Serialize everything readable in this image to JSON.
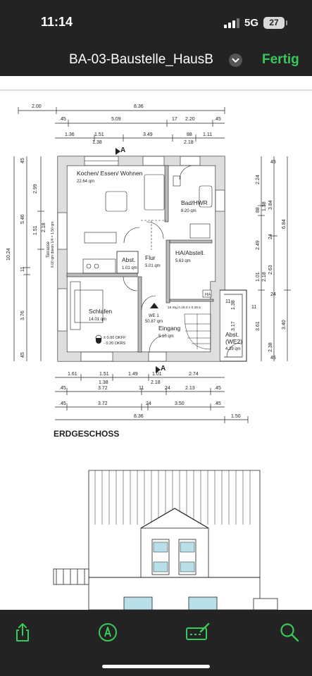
{
  "status": {
    "time": "11:14",
    "network": "5G",
    "battery": "27"
  },
  "nav": {
    "title": "BA-03-Baustelle_HausB",
    "done_label": "Fertig"
  },
  "plan": {
    "heading": "ERDGESCHOSS",
    "rooms": {
      "kitchen_name": "Kochen/ Essen/ Wohnen",
      "kitchen_area": "22.64 qm",
      "bath_name": "Bad/HWR",
      "bath_area": "8.20 qm",
      "abst_name": "Abst.",
      "abst_area": "1.01 qm",
      "flur_name": "Flur",
      "flur_area": "5.01 qm",
      "ha_name": "HA/Abstell.",
      "ha_area": "5.63 qm",
      "schlafen_name": "Schlafen",
      "schlafen_area": "14.01 qm",
      "eingang_name": "Eingang",
      "eingang_area": "5.10 qm",
      "abst2_name": "Abst.",
      "abst2_sub": "(WE2)",
      "abst2_area": "4.39 qm",
      "we_label": "WE 1",
      "we_area": "50.87 qm",
      "ha_tag": "HA",
      "stair": "16 Stg 0.18.0 x 0.26.5",
      "okff": "± 0.00 OKFF",
      "okrs": "- 0.20 OKRS",
      "terrasse": "Terrasse",
      "terrasse_dim": "6.00 qm davon 1/4 = 1.50 qm"
    },
    "dims": {
      "top1": [
        "2.00",
        "8.36"
      ],
      "top2": [
        ".45",
        "5.09",
        "17",
        "2.20",
        ".45"
      ],
      "top3": [
        "1.36",
        "1.51",
        "3.49",
        "88",
        "1.11"
      ],
      "top3b": [
        "1.38",
        "2.18"
      ],
      "bot1": [
        "1.61",
        "1.51",
        "1.49",
        "2.74"
      ],
      "bot1b": [
        "1.38",
        "1.01",
        "2.18"
      ],
      "bot2": [
        ".45",
        "3.72",
        "11",
        "24",
        "2.13",
        ".45"
      ],
      "bot3": [
        ".45",
        "3.72",
        "24",
        "3.50",
        ".45"
      ],
      "bot4": [
        "8.36",
        "1.50"
      ],
      "left": [
        "10.24",
        "11",
        "5.46",
        "2.99",
        "1.51",
        "2.18",
        "3.76",
        "45",
        "45"
      ],
      "right": [
        "2.24",
        "88",
        "1.38",
        "2.49",
        "1.01",
        "2.18",
        "24",
        "2.63",
        "3.84",
        "6.84",
        "3.61",
        "3.40",
        "2.38",
        "3.17",
        "1.38",
        "11",
        "24",
        "45",
        "45",
        "11"
      ]
    }
  },
  "toolbar": {
    "share_icon": "share-icon",
    "markup_icon": "markup-pen-icon",
    "sign_icon": "signature-icon",
    "search_icon": "search-icon"
  },
  "colors": {
    "bar": "#232323",
    "accent": "#39c85a",
    "text": "#ffffff"
  }
}
